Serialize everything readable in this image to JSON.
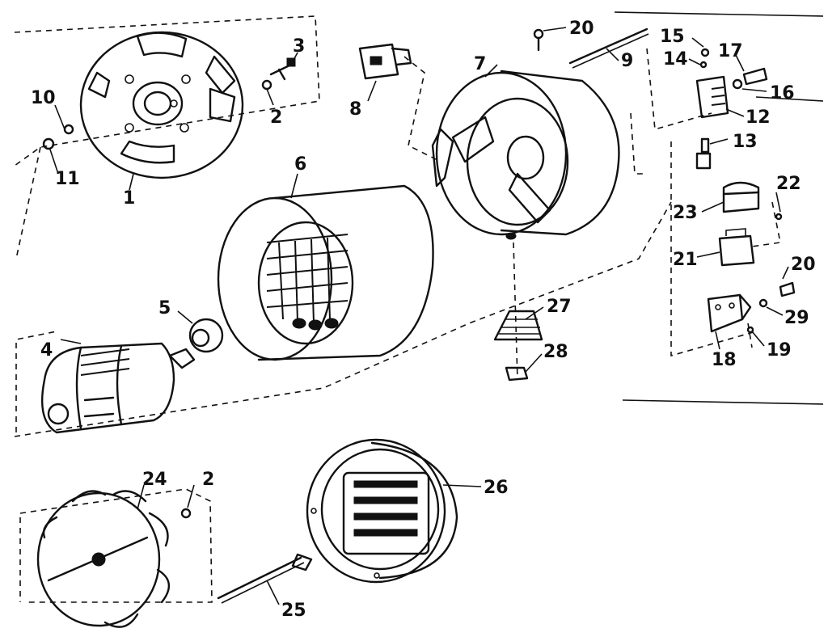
{
  "diagram": {
    "callouts": {
      "c1": "1",
      "c2a": "2",
      "c2b": "2",
      "c3": "3",
      "c4": "4",
      "c5": "5",
      "c6": "6",
      "c7": "7",
      "c8": "8",
      "c9": "9",
      "c10": "10",
      "c11": "11",
      "c12": "12",
      "c13": "13",
      "c14": "14",
      "c15": "15",
      "c16": "16",
      "c17": "17",
      "c18": "18",
      "c19": "19",
      "c20a": "20",
      "c20b": "20",
      "c21": "21",
      "c22": "22",
      "c23": "23",
      "c24": "24",
      "c25": "25",
      "c26": "26",
      "c27": "27",
      "c28": "28",
      "c29": "29"
    },
    "colors": {
      "ink": "#111111",
      "paper": "#ffffff"
    }
  }
}
